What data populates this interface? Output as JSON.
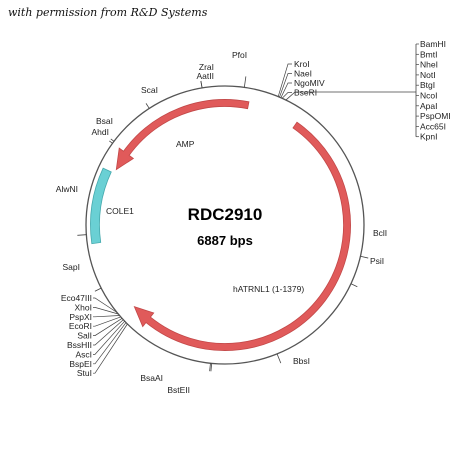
{
  "credit": "with permission from R&D Systems",
  "plasmid": {
    "name": "RDC2910",
    "size": "6887 bps"
  },
  "colors": {
    "backbone": "#555555",
    "amp": "#e05a5a",
    "hatrnl1": "#e05a5a",
    "cole1": "#6ad0d4"
  },
  "features": [
    {
      "key": "amp",
      "label": "AMP",
      "type": "arrow",
      "direction": "ccw",
      "color": "#e05a5a"
    },
    {
      "key": "cole1",
      "label": "COLE1",
      "type": "box",
      "color": "#6ad0d4"
    },
    {
      "key": "hatrnl1",
      "label": "hATRNL1 (1-1379)",
      "type": "arrow",
      "direction": "cw",
      "color": "#e05a5a"
    }
  ],
  "sites": {
    "single": [
      "PfoI",
      "ZraI",
      "AatII",
      "ScaI",
      "BsaI",
      "AhdI",
      "AlwNI",
      "SapI",
      "BclI",
      "PsiI",
      "BbsI",
      "BstEII",
      "BsaAI"
    ],
    "top_group": [
      "KroI",
      "NaeI",
      "NgoMIV",
      "BseRI"
    ],
    "right_group": [
      "BamHI",
      "BmtI",
      "NheI",
      "NotI",
      "BtgI",
      "NcoI",
      "ApaI",
      "PspOMI",
      "Acc65I",
      "KpnI"
    ],
    "bottom_left_group": [
      "Eco47III",
      "XhoI",
      "PspXI",
      "EcoRI",
      "SalI",
      "BssHII",
      "AscI",
      "BspEI",
      "StuI"
    ]
  }
}
